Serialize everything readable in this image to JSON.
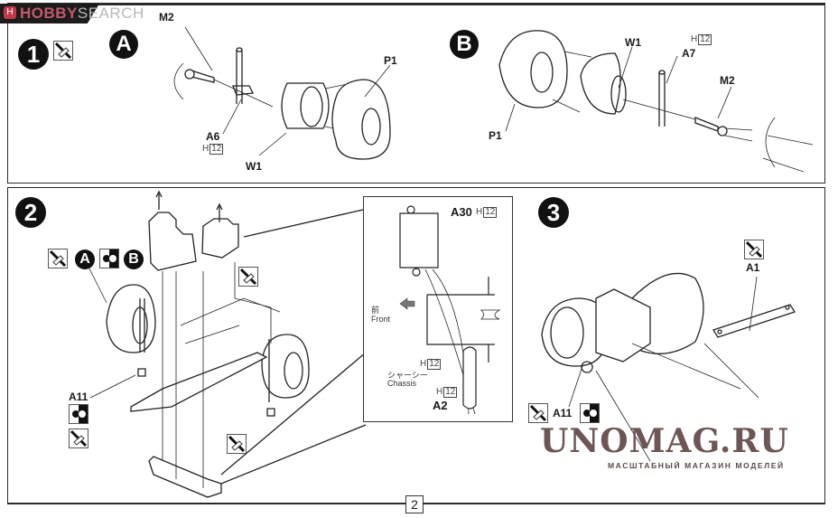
{
  "header": {
    "logo_text_brand": "HOBBY",
    "logo_text_rest": "SEARCH",
    "logo_mark": "H"
  },
  "step1": {
    "number": "1",
    "icon": "cut-from-sprue-icon",
    "sub_a": {
      "badge": "A",
      "labels": {
        "screw": "M2",
        "upright": "A6",
        "wheel": "W1",
        "tire": "P1"
      },
      "paint_prefix": "H",
      "paint_code": "12"
    },
    "sub_b": {
      "badge": "B",
      "labels": {
        "tire": "P1",
        "wheel": "W1",
        "upright": "A7",
        "screw": "M2"
      },
      "paint_prefix": "H",
      "paint_code": "12"
    }
  },
  "step2": {
    "number": "2",
    "wheel_callout": {
      "badge_a": "A",
      "badge_b": "B",
      "icon": "cut-from-sprue-icon",
      "adhesive": "glue-icon"
    },
    "nut_label": "A11",
    "inset": {
      "part_top": "A30",
      "part_top_paint_prefix": "H",
      "part_top_paint_code": "12",
      "front_jp": "前",
      "front_en": "Front",
      "chassis_jp": "シャーシー",
      "chassis_en": "Chassis",
      "chassis_paint_prefix": "H",
      "chassis_paint_code": "12",
      "part_bottom": "A2",
      "part_bottom_paint_prefix": "H",
      "part_bottom_paint_code": "12"
    }
  },
  "step3": {
    "number": "3",
    "arm_label": "A1",
    "nut_label": "A11"
  },
  "watermark": {
    "title": "UNOMAG.RU",
    "subtitle": "МАСШТАБНЫЙ МАГАЗИН МОДЕЛЕЙ",
    "color": "#6d5655"
  },
  "footer": {
    "page_number": "2"
  }
}
